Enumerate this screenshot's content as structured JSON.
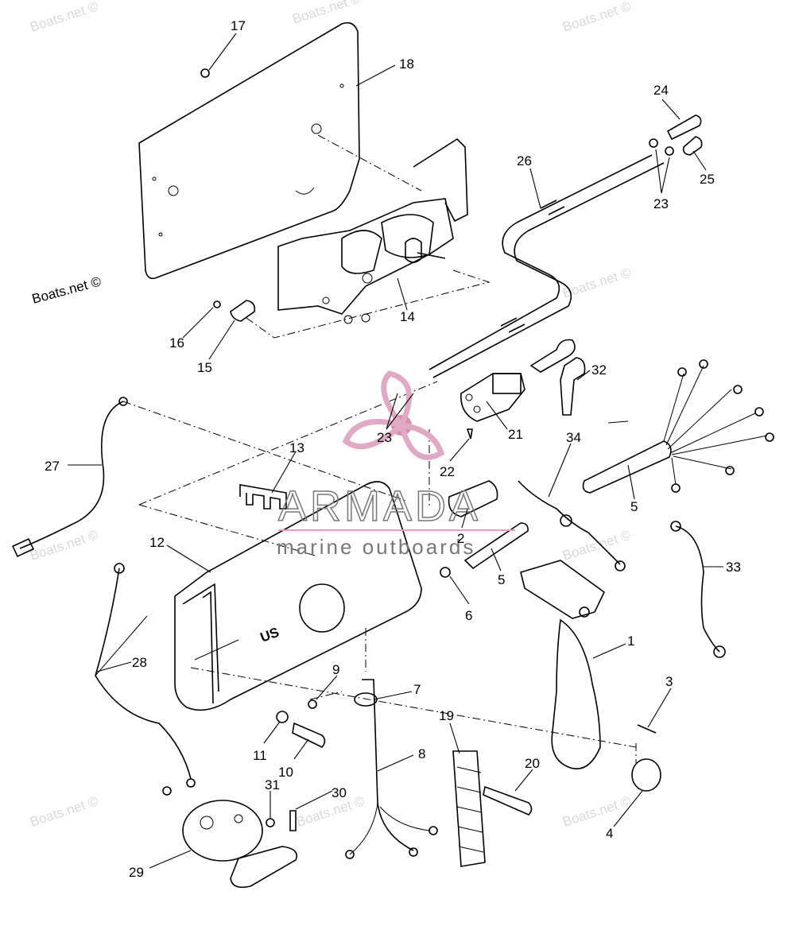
{
  "watermark": {
    "site_text": "Boats.net ©",
    "brand_name": "ARMADA",
    "brand_tagline": "marine outboards",
    "brand_color": "#e3a1c2"
  },
  "callouts": {
    "c17": "17",
    "c18": "18",
    "c24": "24",
    "c26": "26",
    "c25": "25",
    "c23a": "23",
    "c14": "14",
    "c16": "16",
    "c15": "15",
    "c32": "32",
    "c23b": "23",
    "c21": "21",
    "c22": "22",
    "c34": "34",
    "c27": "27",
    "c13": "13",
    "c5a": "5",
    "c12": "12",
    "c2": "2",
    "c5b": "5",
    "c33": "33",
    "c6": "6",
    "c28": "28",
    "c1": "1",
    "c9": "9",
    "c7": "7",
    "c3": "3",
    "c19": "19",
    "c11": "11",
    "c10": "10",
    "c8": "8",
    "c20": "20",
    "c31": "31",
    "c30": "30",
    "c4": "4",
    "c29": "29"
  },
  "housing_badge": "US"
}
